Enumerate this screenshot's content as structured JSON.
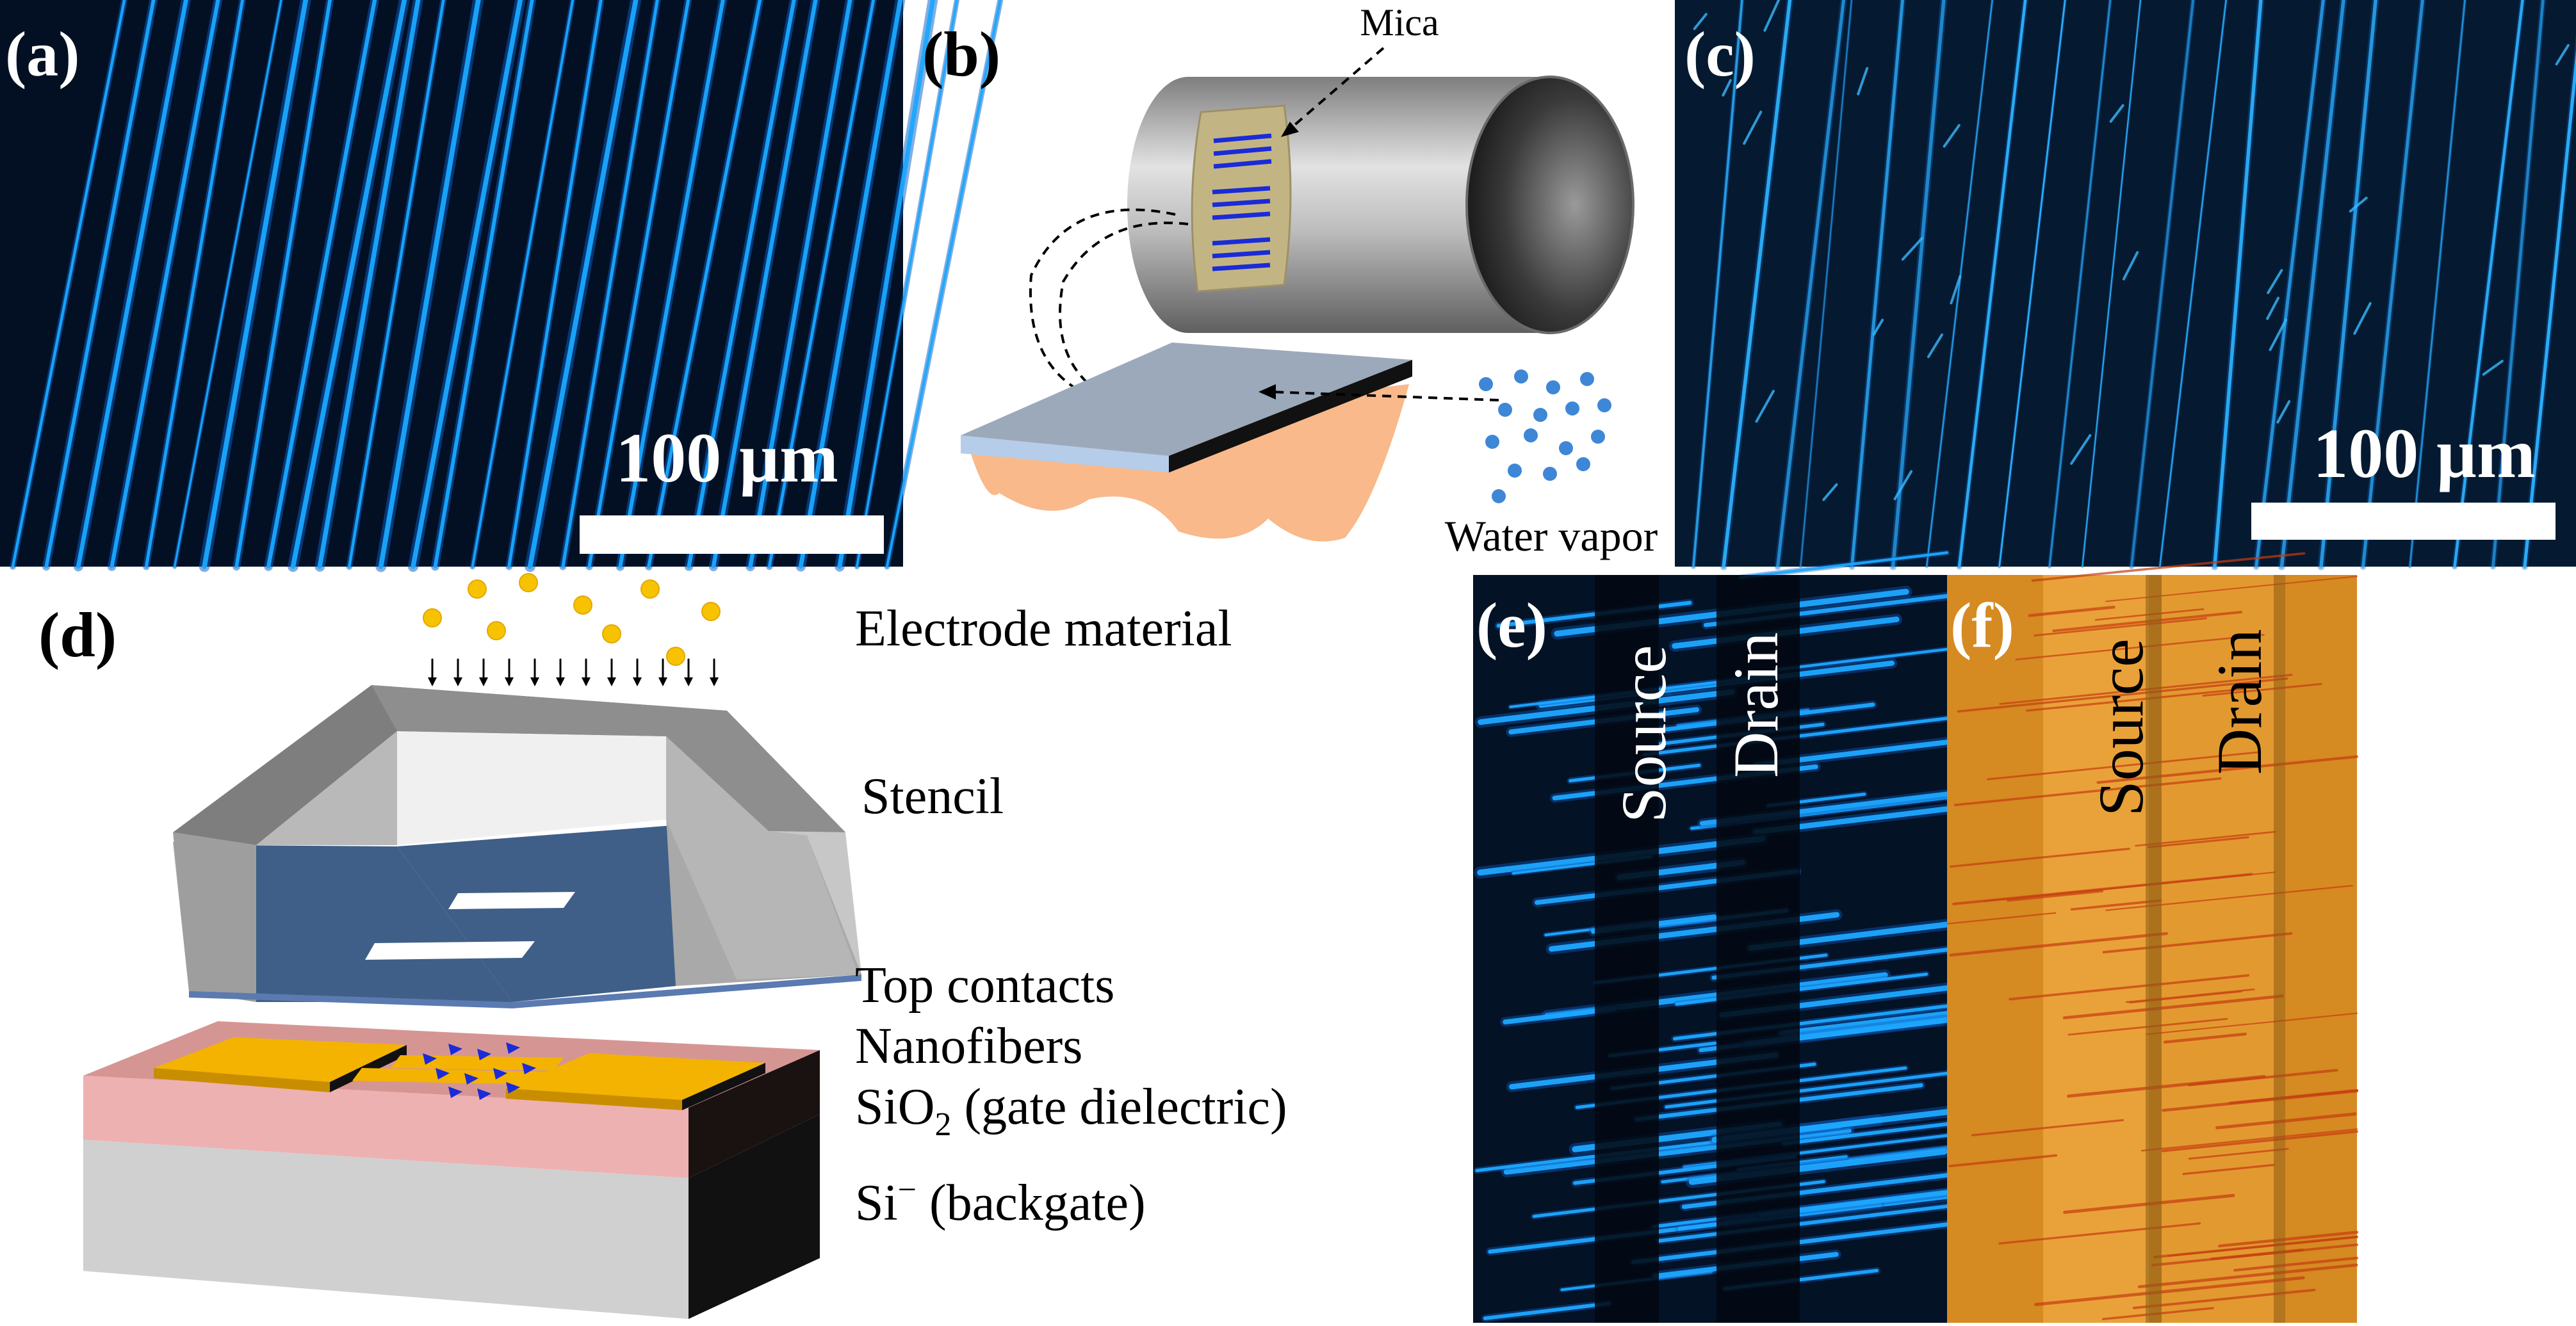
{
  "panels": {
    "a": {
      "label": "(a)",
      "scale_bar": "100 µm"
    },
    "b": {
      "label": "(b)",
      "mica": "Mica",
      "water_vapor": "Water vapor"
    },
    "c": {
      "label": "(c)",
      "scale_bar": "100 µm"
    },
    "d": {
      "label": "(d)",
      "electrode_material": "Electrode material",
      "stencil": "Stencil",
      "top_contacts": "Top contacts",
      "nanofibers": "Nanofibers",
      "sio2_prefix": "SiO",
      "sio2_sub": "2",
      "sio2_suffix": " (gate dielectric)",
      "si_prefix": "Si",
      "si_sup": "−",
      "si_suffix": " (backgate)"
    },
    "e": {
      "label": "(e)",
      "source": "Source",
      "drain": "Drain"
    },
    "f": {
      "label": "(f)",
      "source": "Source",
      "drain": "Drain"
    }
  },
  "colors": {
    "fluorescence_bg": "#031024",
    "fiber_blue": "#1aa8ff",
    "gold": "#f3b300",
    "oxide_pink": "#eeb1b1",
    "silicon_gray": "#d0d0d0",
    "skin": "#f9b98a",
    "substrate_slate": "#9ba9bb"
  }
}
